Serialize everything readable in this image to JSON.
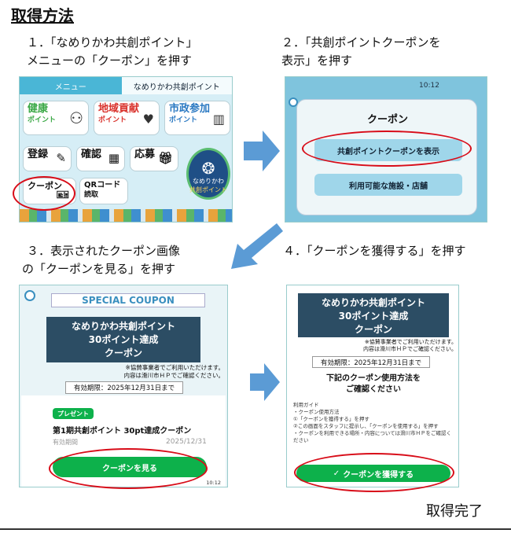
{
  "title": "取得方法",
  "steps": {
    "s1_line1": "１．「なめりかわ共創ポイント」",
    "s1_line2": "メニューの「クーポン」を押す",
    "s2_line1": "２．「共創ポイントクーポンを",
    "s2_line2": "表示」を押す",
    "s3_line1": "３．表示されたクーポン画像",
    "s3_line2": "の「クーポンを見る」を押す",
    "s4_line1": "４．「クーポンを獲得する」を押す"
  },
  "shot1": {
    "menu_label": "メニュー",
    "brand": "なめりかわ共創ポイント",
    "tiles": {
      "health": "健康",
      "health_sub": "ポイント",
      "region": "地域貢献",
      "region_sub": "ポイント",
      "civic": "市政参加",
      "civic_sub": "ポイント",
      "register": "登録",
      "confirm": "確認",
      "apply": "応募",
      "coupon": "クーポン",
      "qr": "QRコード",
      "qr_sub": "読取"
    },
    "logo_text": "なめりかわ",
    "logo_sub": "共創ポイント"
  },
  "shot2": {
    "time": "10:12",
    "card_title": "クーポン",
    "btn_show": "共創ポイントクーポンを表示",
    "btn_facilities": "利用可能な施設・店舗"
  },
  "shot3": {
    "special": "SPECIAL COUPON",
    "banner_l1": "なめりかわ共創ポイント",
    "banner_l2": "30ポイント達成",
    "banner_l3": "クーポン",
    "note_l1": "※協賛事業者でご利用いただけます。",
    "note_l2": "内容は滑川市ＨＰでご確認ください。",
    "expiry": "有効期限：2025年12月31日まで",
    "present": "プレゼント",
    "coupon_name": "第1期共創ポイント 30pt達成クーポン",
    "valid_label": "有効期間",
    "valid_value": "2025/12/31",
    "see_btn": "クーポンを見る",
    "time": "10:12"
  },
  "shot4": {
    "banner_l1": "なめりかわ共創ポイント",
    "banner_l2": "30ポイント達成",
    "banner_l3": "クーポン",
    "note_l1": "※協賛事業者でご利用いただけます。",
    "note_l2": "内容は滑川市ＨＰでご確認ください。",
    "expiry": "有効期限：2025年12月31日まで",
    "confirm_l1": "下記のクーポン使用方法を",
    "confirm_l2": "ご確認ください",
    "guide_title": "利用ガイド",
    "guide_1": "・クーポン使用方法",
    "guide_2": "①「クーポンを獲得する」を押す",
    "guide_3": "②この画面をスタッフに提示し、「クーポンを使用する」を押す",
    "guide_4": "・クーポンを利用できる場所・内容については滑川市ＨＰをご確認ください",
    "get_btn": "クーポンを獲得する"
  },
  "done": "取得完了",
  "colors": {
    "accent_red": "#d80c18",
    "arrow_blue": "#5b9bd5",
    "green": "#0db14b",
    "navy": "#2c4d64"
  }
}
